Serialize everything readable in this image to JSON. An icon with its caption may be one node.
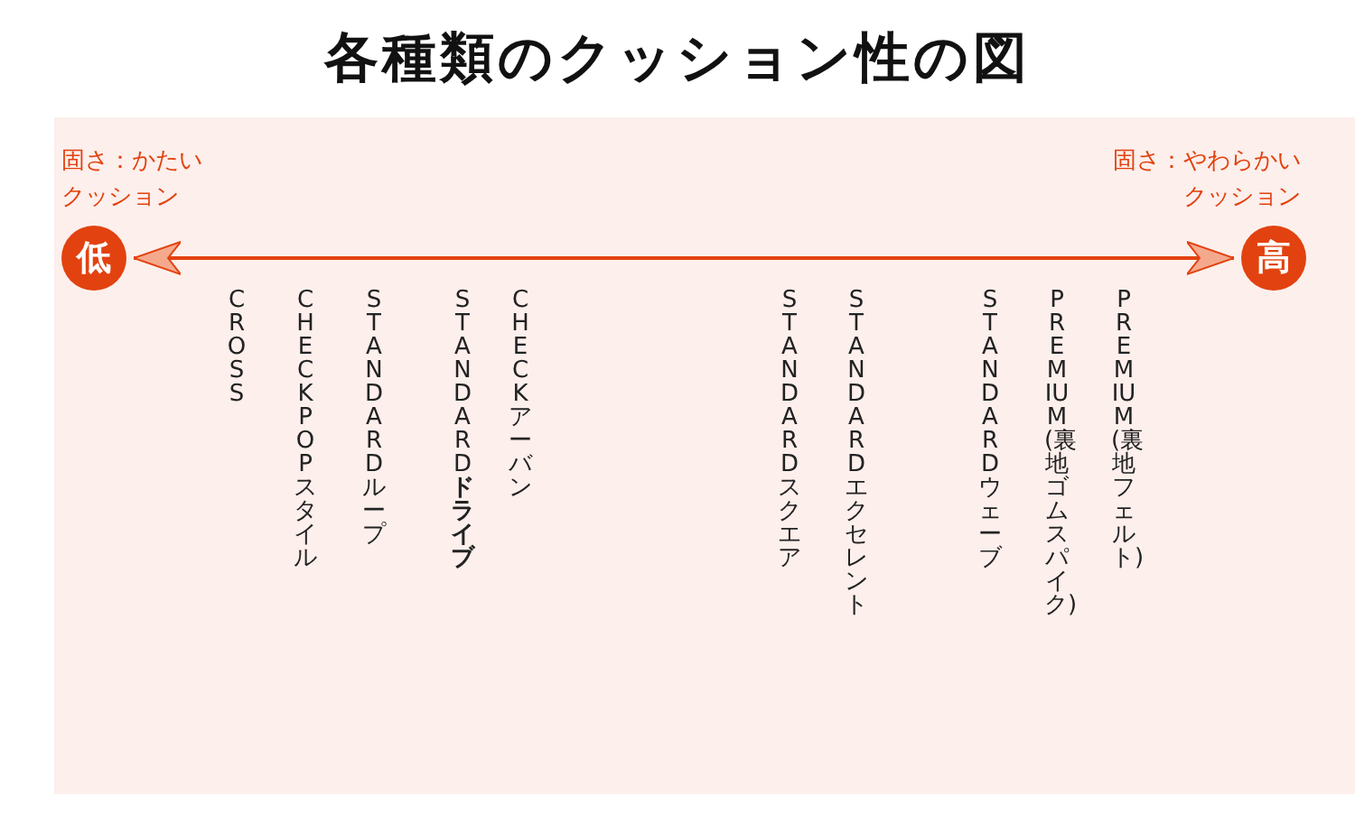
{
  "diagram": {
    "title": "各種類のクッション性の図",
    "nodes": [
      {
        "text": [
          "低"
        ],
        "beside": [
          "固さ：かたいクッション"
        ]
      },
      {
        "text": [
          "高"
        ],
        "beside": [
          "固さ：やわらかいクッション"
        ]
      }
    ],
    "edges": [
      {
        "from": 0,
        "to": 1,
        "arrow": "both"
      }
    ],
    "labels": [
      "CROSS",
      "CHECK POPスタイル",
      "STANDARD ループ",
      "STANDARD **ドライブ**",
      "CHECK アーバン",
      "STANDARD スクエア",
      "STANDARD エクセレント",
      "STANDARD ウェーブ",
      "PREMIUM(裏地ゴムスパイク)",
      "PREMIUM(裏地フェルト)"
    ]
  }
}
